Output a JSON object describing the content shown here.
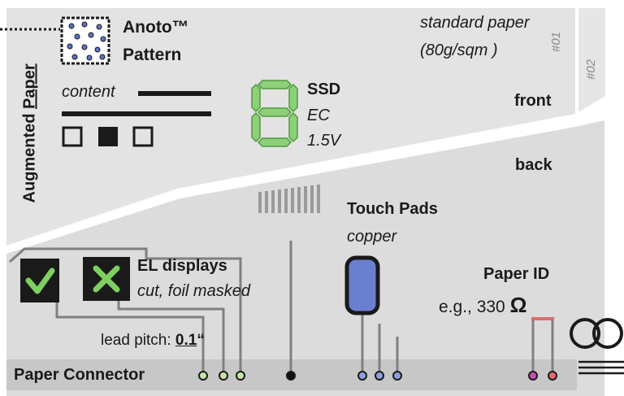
{
  "side_label": {
    "prefix": "Augmented ",
    "underlined": "Paper"
  },
  "anoto": {
    "line1": "Anoto™",
    "line2": "Pattern"
  },
  "paper": {
    "line1": "standard paper",
    "line2": "(80g/sqm )",
    "sheet1": "#01",
    "sheet2": "#02"
  },
  "content_label": "content",
  "ssd": {
    "title": "SSD",
    "type": "EC",
    "voltage": "1.5V"
  },
  "front_label": "front",
  "back_label": "back",
  "touch": {
    "title": "Touch Pads",
    "material": "copper"
  },
  "el": {
    "title": "EL displays",
    "subtitle": "cut, foil masked"
  },
  "paper_id": {
    "title": "Paper ID",
    "value": "e.g., 330",
    "unit": "Ω"
  },
  "lead_pitch": {
    "label": "lead pitch:",
    "value": "0.1",
    "unit": "“"
  },
  "connector_label": "Paper Connector",
  "colors": {
    "sheet": "#e3e3e3",
    "back_sheet": "#dcdcdc",
    "connector": "#c7c7c7",
    "ssd_green": "#8ed07a",
    "el_icon": "#7ecf5f",
    "touch_blue": "#6b7fd0",
    "resistor_red": "#e06b6b",
    "wire": "#808080"
  },
  "icons": [
    "dot-pattern-icon",
    "check-icon",
    "cross-icon",
    "seven-segment-icon",
    "touch-pad-icon",
    "resistor-icon",
    "link-icon"
  ]
}
